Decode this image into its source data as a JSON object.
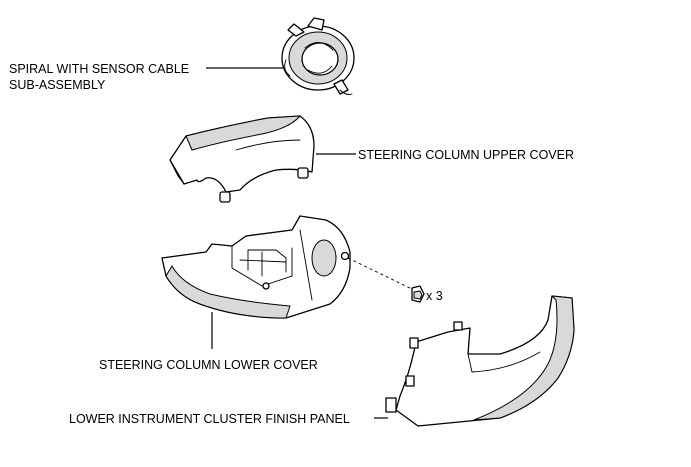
{
  "labels": {
    "spiral_line1": "SPIRAL WITH SENSOR CABLE",
    "spiral_line2": "SUB-ASSEMBLY",
    "upper_cover": "STEERING COLUMN UPPER COVER",
    "lower_cover": "STEERING COLUMN LOWER COVER",
    "finish_panel": "LOWER INSTRUMENT CLUSTER FINISH PANEL",
    "screw_qty": "x 3"
  }
}
